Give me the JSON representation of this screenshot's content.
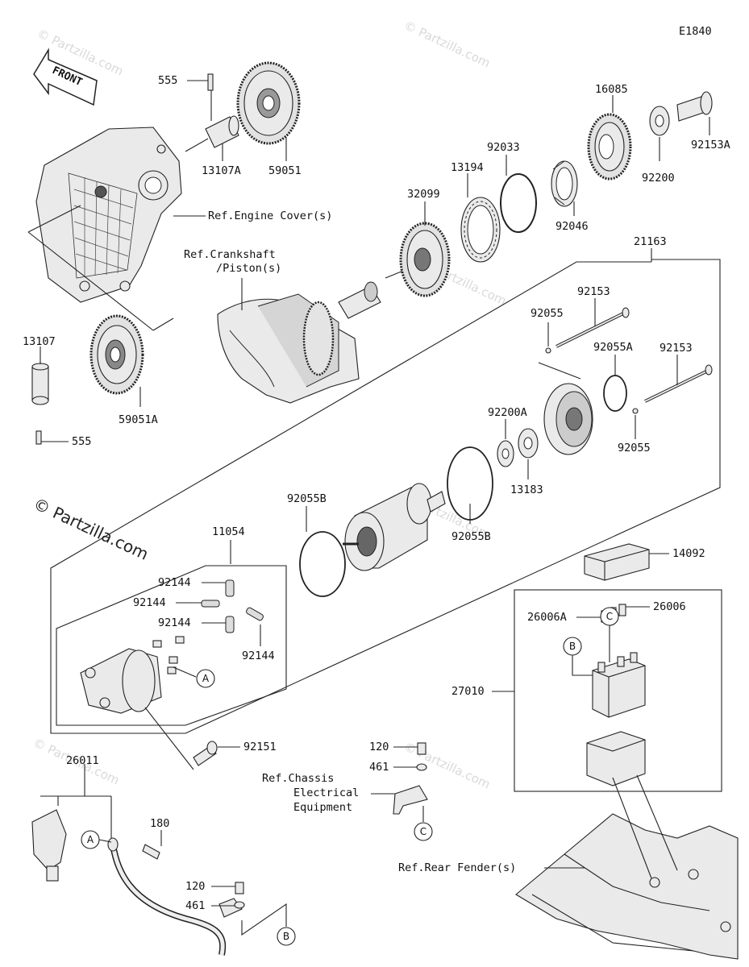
{
  "diagram_code": "E1840",
  "front_label": "FRONT",
  "watermark": "© Partzilla.com",
  "parts": {
    "p555_top": "555",
    "p13107A": "13107A",
    "p59051": "59051",
    "pRefEngineCover": "Ref.Engine Cover(s)",
    "pRefCrank1": "Ref.Crankshaft",
    "pRefCrank2": "/Piston(s)",
    "p13107": "13107",
    "p555_bot": "555",
    "p59051A": "59051A",
    "p32099": "32099",
    "p13194": "13194",
    "p92033": "92033",
    "p92046": "92046",
    "p16085": "16085",
    "p92200": "92200",
    "p92153A": "92153A",
    "p21163": "21163",
    "p92153_a": "92153",
    "p92055_a": "92055",
    "p92055A": "92055A",
    "p92153_b": "92153",
    "p92055_b": "92055",
    "p92200A": "92200A",
    "p13183": "13183",
    "p92055B_a": "92055B",
    "p92055B_b": "92055B",
    "p11054": "11054",
    "p92144_1": "92144",
    "p92144_2": "92144",
    "p92144_3": "92144",
    "p92144_4": "92144",
    "p92151": "92151",
    "p14092": "14092",
    "p26006A": "26006A",
    "p26006": "26006",
    "p27010": "27010",
    "p26011": "26011",
    "p180": "180",
    "p120_a": "120",
    "p461_a": "461",
    "p120_b": "120",
    "p461_b": "461",
    "pRefChassis1": "Ref.Chassis",
    "pRefChassis2": "Electrical",
    "pRefChassis3": "Equipment",
    "pRefRearFender": "Ref.Rear Fender(s)"
  },
  "callouts": {
    "A": "A",
    "B": "B",
    "C": "C"
  }
}
